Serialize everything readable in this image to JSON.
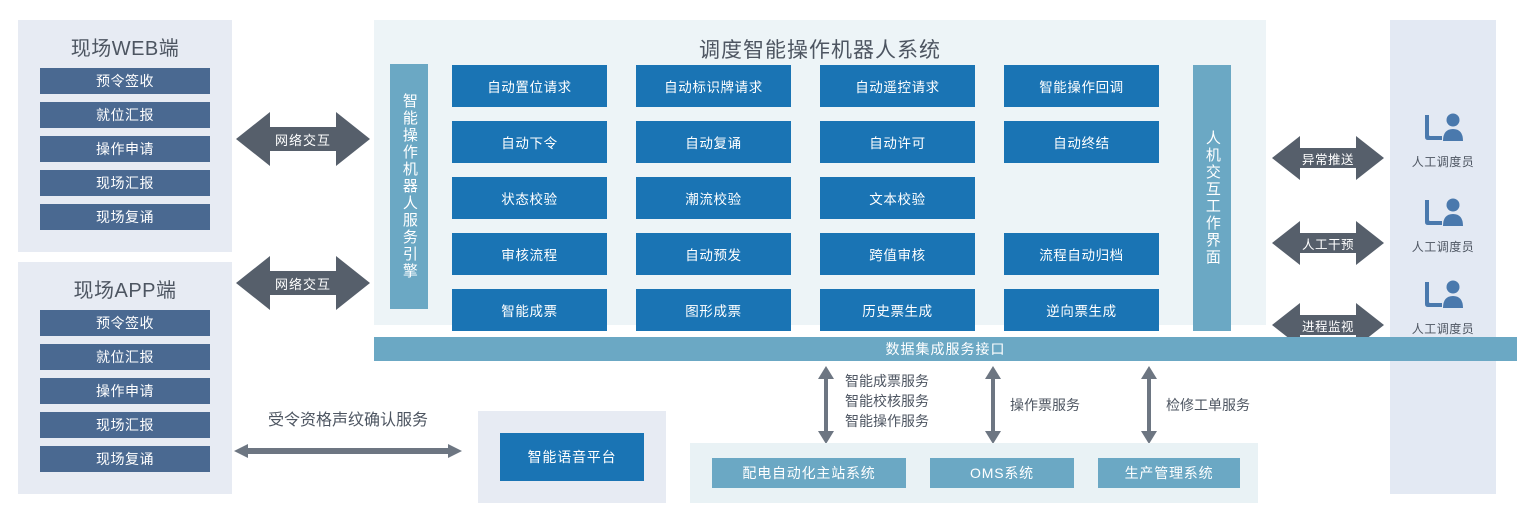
{
  "clients": [
    {
      "title": "现场WEB端",
      "buttons": [
        "预令签收",
        "就位汇报",
        "操作申请",
        "现场汇报",
        "现场复诵"
      ]
    },
    {
      "title": "现场APP端",
      "buttons": [
        "预令签收",
        "就位汇报",
        "操作申请",
        "现场汇报",
        "现场复诵"
      ]
    }
  ],
  "network_arrows": [
    {
      "label": "网络交互"
    },
    {
      "label": "网络交互"
    }
  ],
  "system": {
    "title": "调度智能操作机器人系统",
    "left_bar": "智能操作机器人服务引擎",
    "right_bar": "人机交互工作界面",
    "cards": [
      [
        "自动置位请求",
        "自动标识牌请求",
        "自动遥控请求",
        "智能操作回调"
      ],
      [
        "自动下令",
        "自动复诵",
        "自动许可",
        "自动终结"
      ],
      [
        "状态校验",
        "潮流校验",
        "文本校验"
      ],
      [
        "审核流程",
        "自动预发",
        "跨值审核",
        "流程自动归档"
      ],
      [
        "智能成票",
        "图形成票",
        "历史票生成",
        "逆向票生成"
      ]
    ]
  },
  "interaction_arrows": [
    {
      "label": "异常推送"
    },
    {
      "label": "人工干预"
    },
    {
      "label": "进程监视"
    }
  ],
  "dispatchers": [
    {
      "label": "人工调度员",
      "icon": "operator-icon"
    },
    {
      "label": "人工调度员",
      "icon": "operator-icon"
    },
    {
      "label": "人工调度员",
      "icon": "operator-icon"
    }
  ],
  "data_interface": {
    "label": "数据集成服务接口"
  },
  "service_links": [
    {
      "label": "智能成票服务\n智能校核服务\n智能操作服务"
    },
    {
      "label": "操作票服务"
    },
    {
      "label": "检修工单服务"
    }
  ],
  "external_systems": [
    "配电自动化主站系统",
    "OMS系统",
    "生产管理系统"
  ],
  "voice": {
    "service_label": "受令资格声纹确认服务",
    "platform_label": "智能语音平台"
  },
  "colors": {
    "card_blue": "#1a74b4",
    "client_blue": "#4a6991",
    "teal": "#6ba8c4",
    "panel_gray": "#e7ebf3",
    "panel_light_blue": "#edf4f7",
    "arrow_gray": "#565f6b"
  }
}
